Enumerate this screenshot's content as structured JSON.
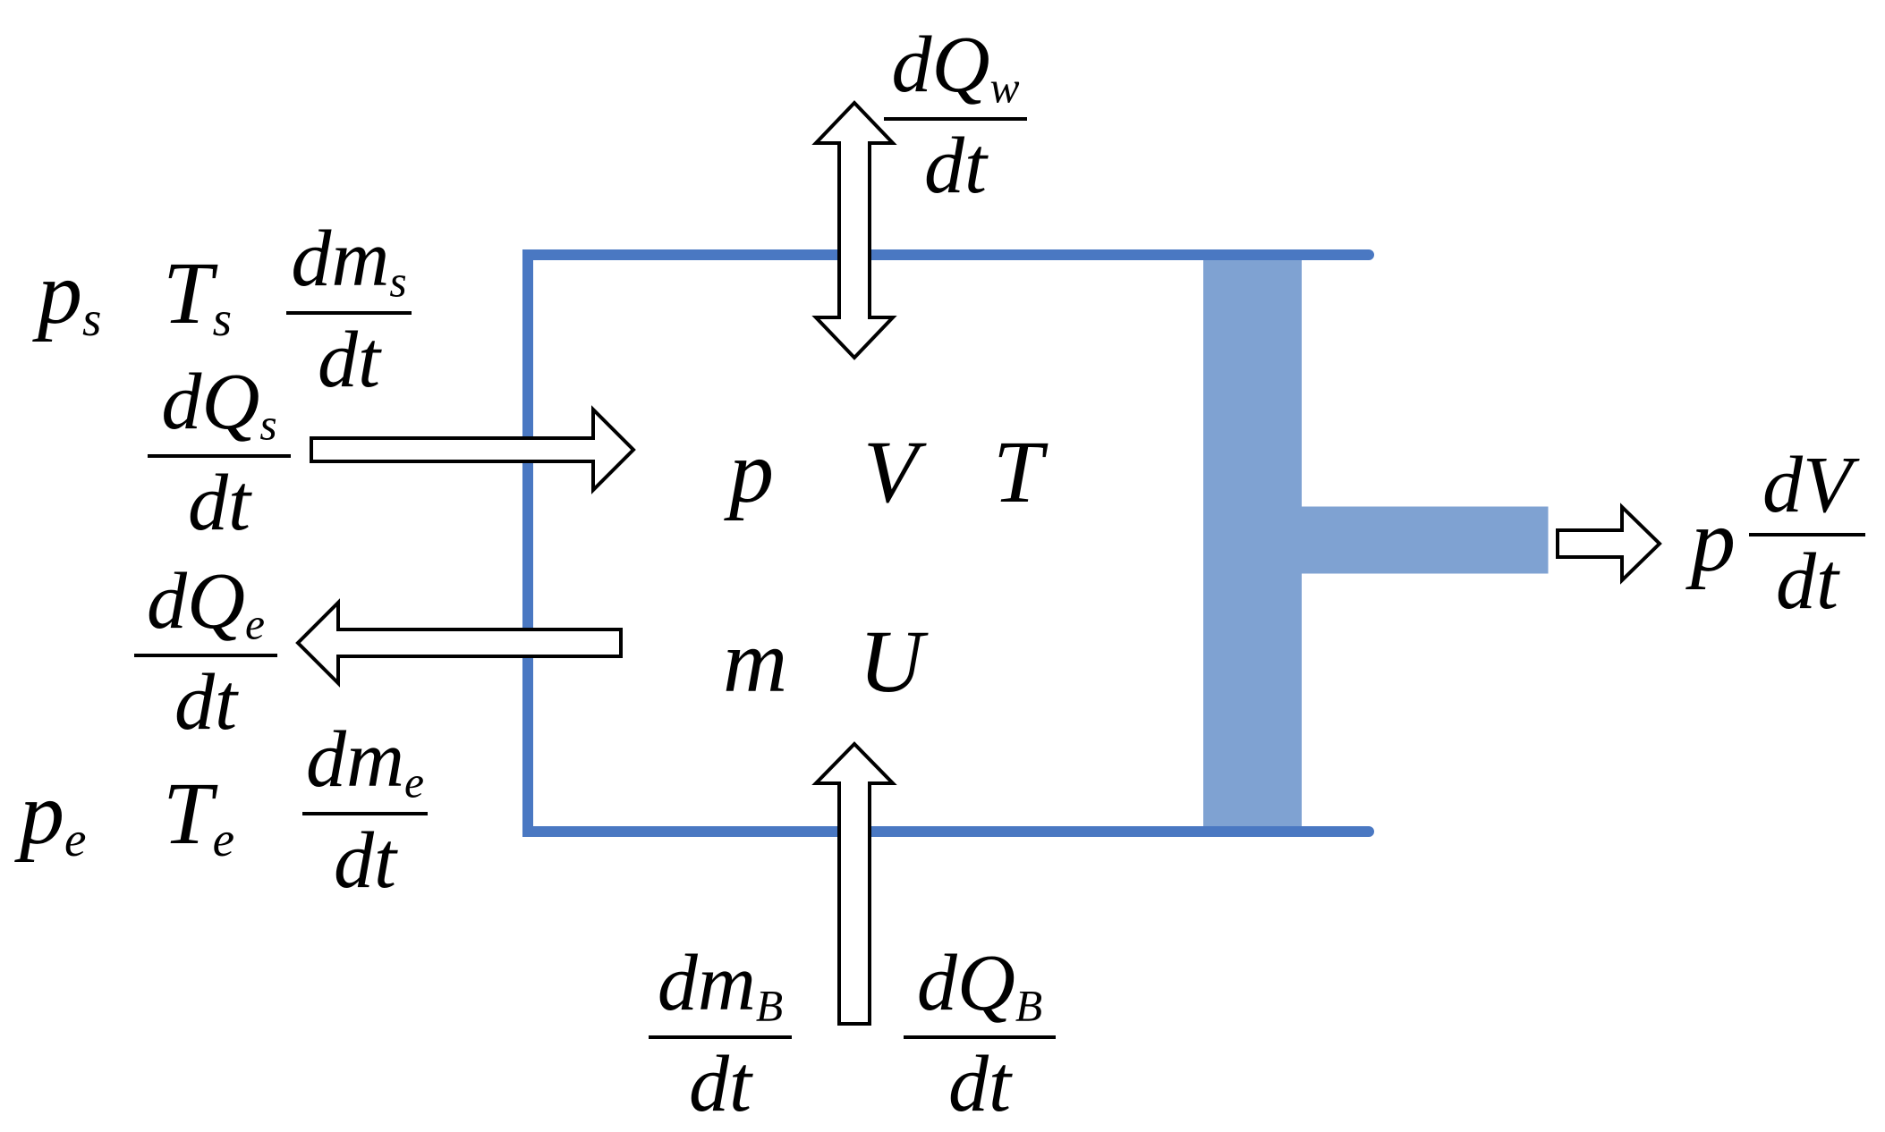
{
  "colors": {
    "wall": "#4a78c2",
    "piston": "#7fa2d2",
    "arrow_fill": "#ffffff",
    "arrow_stroke": "#000000"
  },
  "supply": {
    "p": "p",
    "p_sub": "s",
    "T": "T",
    "T_sub": "s",
    "dm_num": "dm",
    "dm_sub": "s",
    "dm_den": "dt",
    "dQ_num": "dQ",
    "dQ_sub": "s",
    "dQ_den": "dt"
  },
  "exhaust": {
    "p": "p",
    "p_sub": "e",
    "T": "T",
    "T_sub": "e",
    "dm_num": "dm",
    "dm_sub": "e",
    "dm_den": "dt",
    "dQ_num": "dQ",
    "dQ_sub": "e",
    "dQ_den": "dt"
  },
  "wall": {
    "dQ_num": "dQ",
    "dQ_sub": "w",
    "dQ_den": "dt"
  },
  "blowby": {
    "dm_num": "dm",
    "dm_sub": "B",
    "dm_den": "dt",
    "dQ_num": "dQ",
    "dQ_sub": "B",
    "dQ_den": "dt"
  },
  "state": {
    "p": "p",
    "V": "V",
    "T": "T",
    "m": "m",
    "U": "U"
  },
  "work": {
    "p": "p",
    "num": "dV",
    "den": "dt"
  }
}
